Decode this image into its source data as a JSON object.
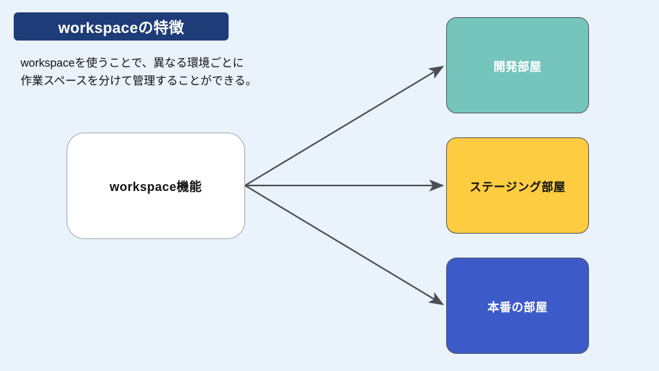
{
  "slide": {
    "background_color": "#eaf2fb",
    "title": "workspaceの特徴",
    "title_badge_color": "#1d3c78",
    "description_lines": [
      "workspaceを使うことで、異なる環境ごとに",
      "作業スペースを分けて管理することができる。"
    ]
  },
  "diagram": {
    "source_node": {
      "label": "workspace機能",
      "fill": "#ffffff",
      "text_color": "#111111"
    },
    "target_nodes": [
      {
        "label": "開発部屋",
        "fill": "#76c5bc",
        "text_color": "#ffffff"
      },
      {
        "label": "ステージング部屋",
        "fill": "#fdcc41",
        "text_color": "#111111"
      },
      {
        "label": "本番の部屋",
        "fill": "#3c5bc8",
        "text_color": "#ffffff"
      }
    ],
    "connector_color": "#4b4f54",
    "connector_count": 3
  }
}
